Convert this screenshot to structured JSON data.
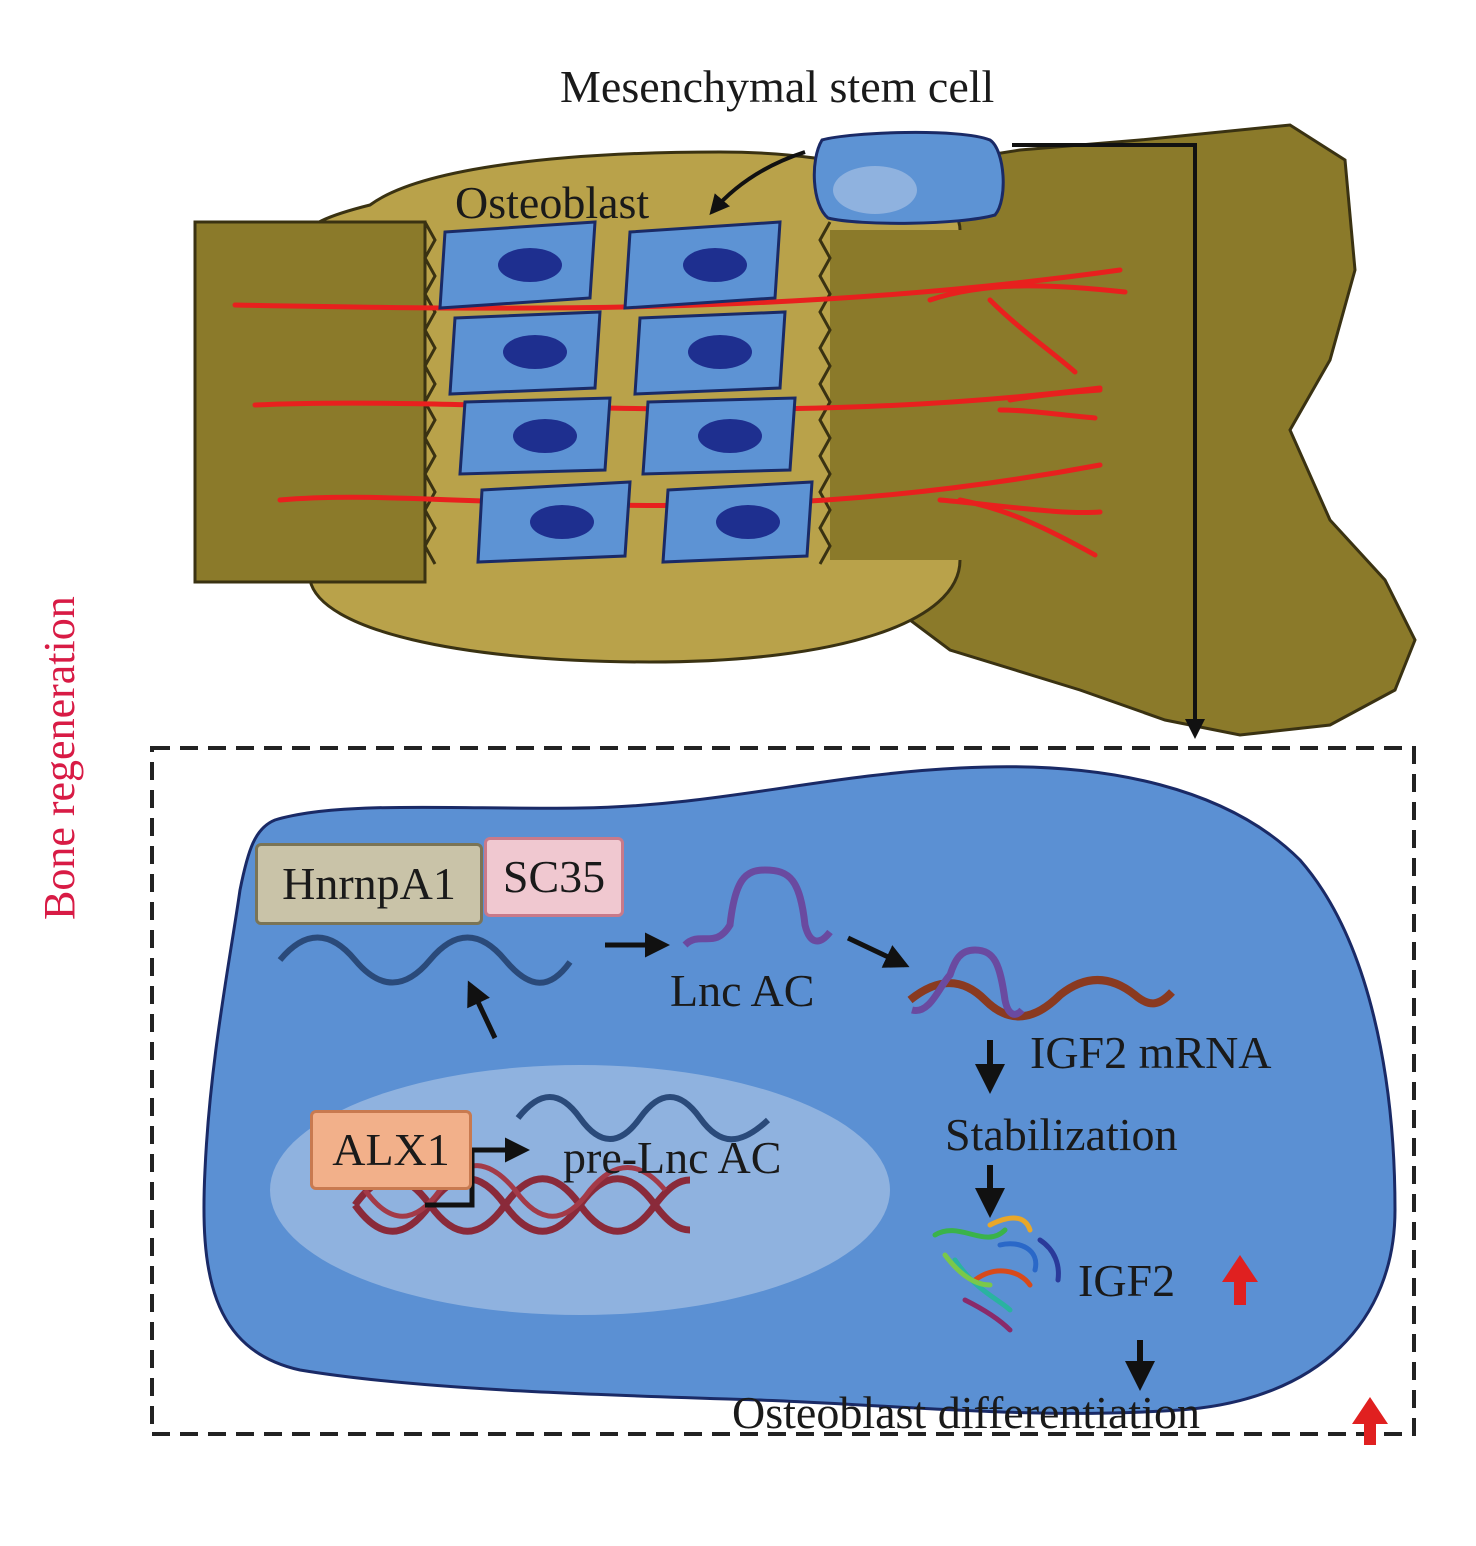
{
  "figure": {
    "side_title": "Bone regeneration",
    "side_title_color": "#d81b45"
  },
  "top_panel": {
    "msc_label": "Mesenchymal stem cell",
    "osteoblast_label": "Osteoblast",
    "bone_color": "#8b7a2a",
    "callus_color": "#b9a24a",
    "cell_color": "#5d93d4",
    "nucleus_color": "#1e2f8f",
    "vessel_color": "#e8201e"
  },
  "bottom_panel": {
    "hnrnpa1": "HnrnpA1",
    "sc35": "SC35",
    "lnc_ac": "Lnc AC",
    "igf2_mrna": "IGF2 mRNA",
    "stabilization": "Stabilization",
    "alx1": "ALX1",
    "pre_lnc_ac": "pre-Lnc AC",
    "igf2": "IGF2",
    "osteoblast_differentiation": "Osteoblast differentiation",
    "cell_body_color": "#5b90d3",
    "nucleus_color": "#8fb2df",
    "up_arrow_color": "#e02020"
  }
}
